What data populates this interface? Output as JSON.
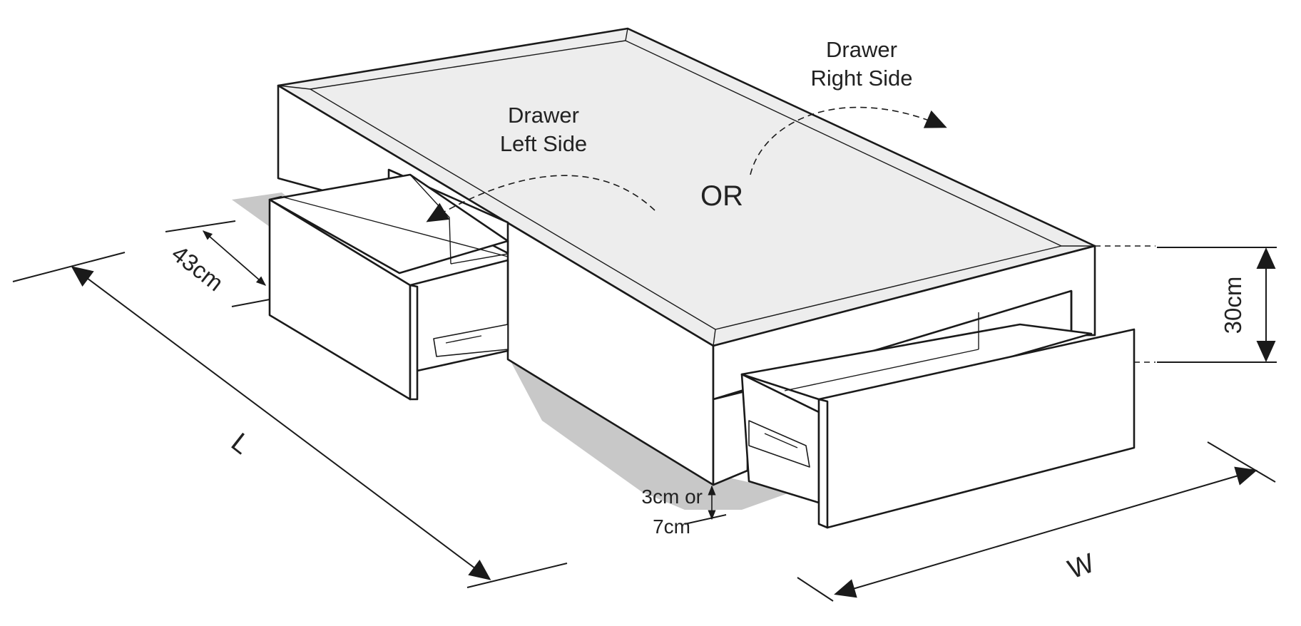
{
  "labels": {
    "drawer_left_line1": "Drawer",
    "drawer_left_line2": "Left Side",
    "drawer_right_line1": "Drawer",
    "drawer_right_line2": "Right Side",
    "or": "OR",
    "drawer_depth": "43cm",
    "length": "L",
    "height": "30cm",
    "clearance_line1": "3cm or",
    "clearance_line2": "7cm",
    "width": "W"
  },
  "colors": {
    "line": "#1a1a1a",
    "top_fill": "#ededed",
    "shadow": "#c8c8c8",
    "paper": "#ffffff"
  }
}
